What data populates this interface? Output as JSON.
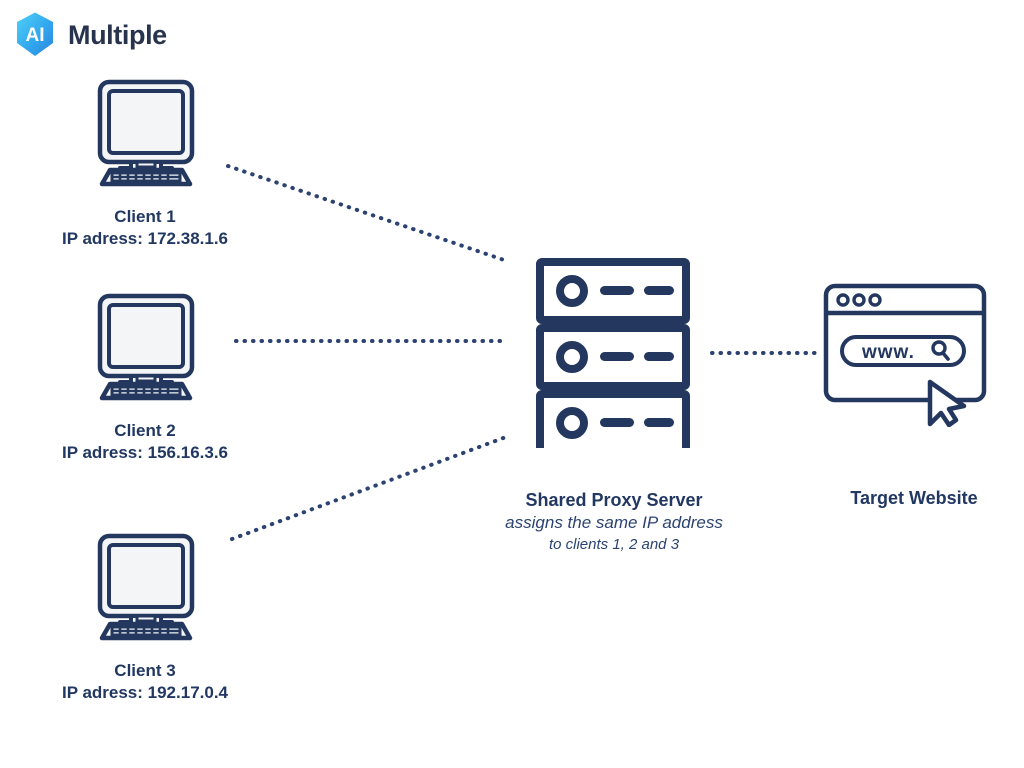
{
  "brand": {
    "mark_text": "AI",
    "name": "Multiple",
    "hex_color_light": "#45c6f5",
    "hex_color_dark": "#2f8ee0",
    "text_color": "#28334e"
  },
  "theme": {
    "stroke": "#23375f",
    "fill": "#f4f5f7",
    "text": "#223863",
    "background": "#ffffff"
  },
  "diagram": {
    "title": "Shared Proxy Server",
    "clients": [
      {
        "id": "client-1",
        "name": "Client 1",
        "ip_label": "IP adress: 172.38.1.6",
        "ip": "172.38.1.6",
        "icon": "desktop-computer-icon"
      },
      {
        "id": "client-2",
        "name": "Client 2",
        "ip_label": "IP adress: 156.16.3.6",
        "ip": "156.16.3.6",
        "icon": "desktop-computer-icon"
      },
      {
        "id": "client-3",
        "name": "Client 3",
        "ip_label": "IP adress: 192.17.0.4",
        "ip": "192.17.0.4",
        "icon": "desktop-computer-icon"
      }
    ],
    "server": {
      "icon": "server-rack-icon",
      "title": "Shared Proxy Server",
      "subtitle_line1": "assigns the same IP address",
      "subtitle_line2": "to clients 1, 2 and 3",
      "units": 3
    },
    "website": {
      "icon": "browser-window-icon",
      "label": "Target Website",
      "address_text": "www.",
      "search_icon": "magnifier-icon",
      "cursor_icon": "mouse-pointer-icon",
      "traffic_light_dots": 3
    },
    "connections": [
      {
        "from": "client-1",
        "to": "server",
        "style": "dotted"
      },
      {
        "from": "client-2",
        "to": "server",
        "style": "dotted"
      },
      {
        "from": "client-3",
        "to": "server",
        "style": "dotted"
      },
      {
        "from": "server",
        "to": "website",
        "style": "dotted"
      }
    ]
  }
}
